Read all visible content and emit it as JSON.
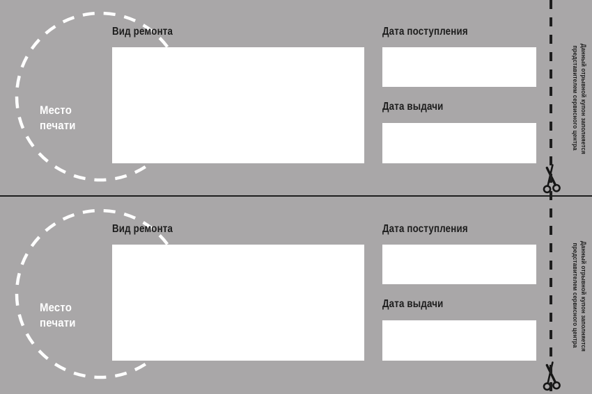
{
  "colors": {
    "background": "#a9a7a8",
    "ink": "#1d1d1d",
    "field_background": "#ffffff",
    "stamp_dash": "#ffffff"
  },
  "icons": {
    "scissors": "✂ cut-here scissors, blades up, on dashed tear line",
    "stamp_circle": "white dashed circle for official stamp"
  },
  "coupons": [
    {
      "stamp_line1": "Место",
      "stamp_line2": "печати",
      "repair_type_label": "Вид ремонта",
      "repair_type_value": "",
      "receipt_date_label": "Дата поступления",
      "receipt_date_value": "",
      "issue_date_label": "Дата выдачи",
      "issue_date_value": "",
      "side_note_line1": "Данный отрывной купон заполняется",
      "side_note_line2": "представителем сервисного центра"
    },
    {
      "stamp_line1": "Место",
      "stamp_line2": "печати",
      "repair_type_label": "Вид ремонта",
      "repair_type_value": "",
      "receipt_date_label": "Дата поступления",
      "receipt_date_value": "",
      "issue_date_label": "Дата выдачи",
      "issue_date_value": "",
      "side_note_line1": "Данный отрывной купон заполняется",
      "side_note_line2": "представителем сервисного центра"
    }
  ]
}
